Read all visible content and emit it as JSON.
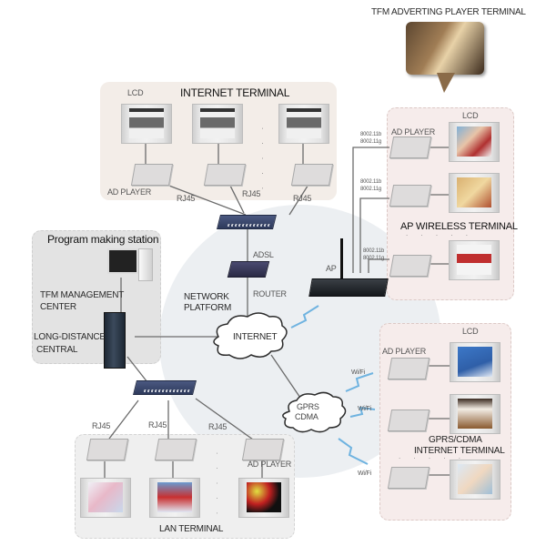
{
  "diagram": {
    "advert_terminal": {
      "title": "TFM ADVERTING PLAYER TERMINAL",
      "photo_icon": "people-viewing-screen-photo"
    },
    "internet_terminal": {
      "title": "INTERNET TERMINAL",
      "lcd_label": "LCD",
      "player_label": "AD PLAYER",
      "links": [
        "RJ45",
        "RJ45",
        "RJ45"
      ],
      "ellipsis": ". . . . ."
    },
    "ap_wireless_terminal": {
      "title": "AP WIRELESS TERMINAL",
      "lcd_label": "LCD",
      "player_label": "AD PLAYER",
      "link_labels": [
        [
          "8002.11b",
          "8002.11g"
        ],
        [
          "8002.11b",
          "8002.11g"
        ],
        [
          "8002.11b",
          "8002.11g"
        ]
      ],
      "ellipsis": ". . . . ."
    },
    "program_station": {
      "title": "Program making station",
      "management_label_1": "TFM MANAGEMENT",
      "management_label_2": "CENTER",
      "central_label_1": "LONG-DISTANCE",
      "central_label_2": "CENTRAL"
    },
    "network_platform": {
      "label_1": "NETWORK",
      "label_2": "PLATFORM",
      "adsl": "ADSL",
      "router": "ROUTER",
      "ap": "AP",
      "internet": "INTERNET",
      "gprs_1": "GPRS",
      "gprs_2": "CDMA"
    },
    "gprs_terminal": {
      "title_1": "GPRS/CDMA",
      "title_2": "INTERNET TERMINAL",
      "lcd_label": "LCD",
      "player_label": "AD PLAYER",
      "wifi": [
        "Wi/Fi",
        "Wi/Fi",
        "Wi/Fi"
      ],
      "ellipsis": ". . . . ."
    },
    "lan_terminal": {
      "title": "LAN TERMINAL",
      "player_label": "AD PLAYER",
      "links": [
        "RJ45",
        "RJ45",
        "RJ45"
      ],
      "ellipsis": ". . . . ."
    },
    "colors": {
      "cable": "#6b6b6b",
      "wireless": "#6fb3e0",
      "switch": "#3a4770"
    }
  }
}
